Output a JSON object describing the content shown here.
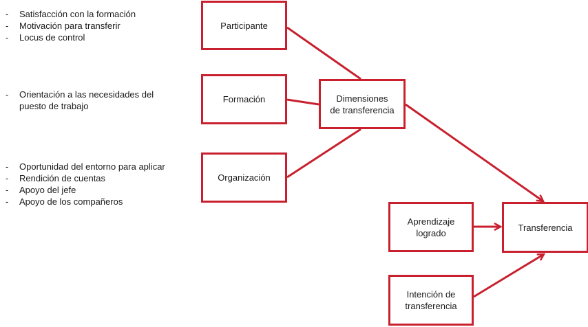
{
  "participante": {
    "label": "Participante",
    "items": [
      "Satisfacción con la formación",
      "Motivación para transferir",
      "Locus de control"
    ]
  },
  "formacion": {
    "label": "Formación",
    "items": [
      "Orientación a las necesidades del puesto de trabajo"
    ]
  },
  "organizacion": {
    "label": "Organización",
    "items": [
      "Oportunidad  del entorno para aplicar",
      "Rendición de cuentas",
      "Apoyo del jefe",
      "Apoyo de los compañeros"
    ]
  },
  "dimensiones": {
    "line1": "Dimensiones",
    "line2": "de transferencia"
  },
  "aprendizaje": {
    "line1": "Aprendizaje",
    "line2": "logrado"
  },
  "transferencia": {
    "label": "Transferencia"
  },
  "intencion": {
    "line1": "Intención de",
    "line2": "transferencia"
  },
  "colors": {
    "accent": "#c8202e"
  }
}
